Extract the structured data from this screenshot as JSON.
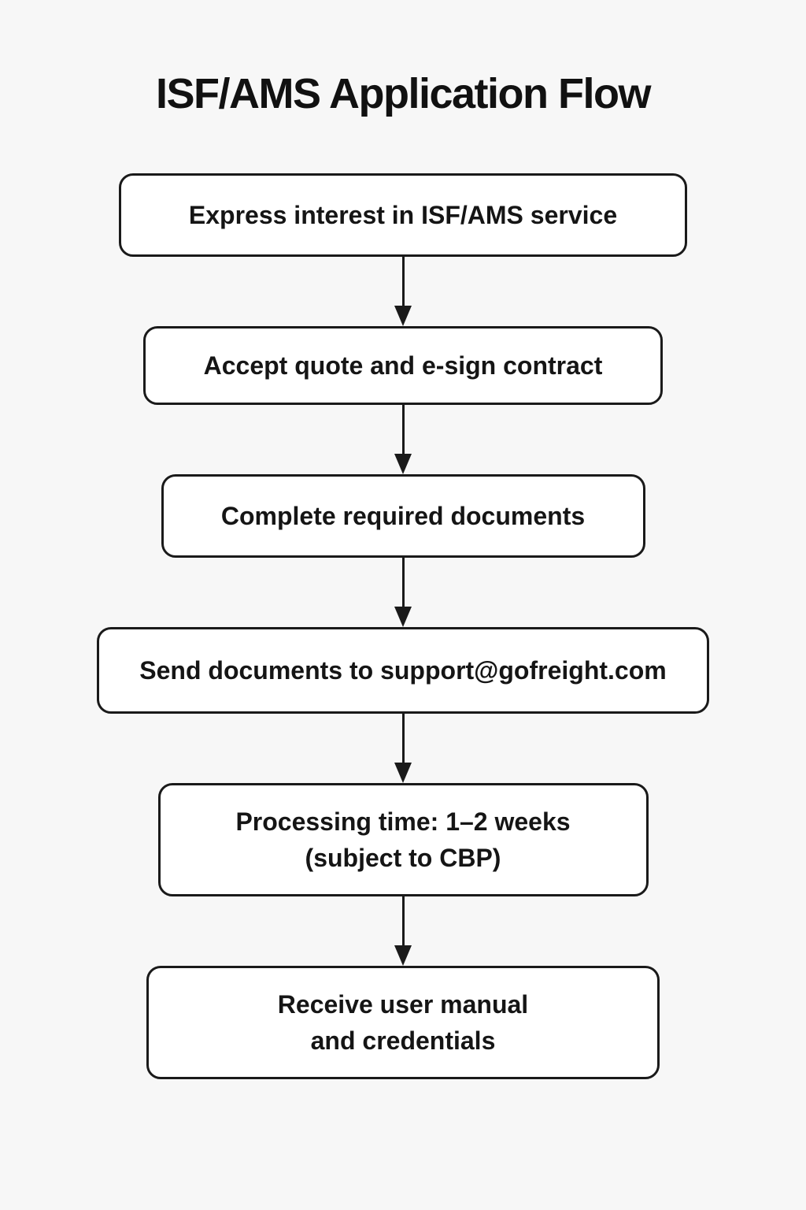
{
  "page": {
    "title": "ISF/AMS Application Flow"
  },
  "diagram": {
    "type": "flowchart",
    "direction": "top-down",
    "colors": {
      "background": "#f7f7f7",
      "node_fill": "#ffffff",
      "node_border": "#1a1a1a",
      "text": "#151515",
      "arrow": "#1a1a1a"
    },
    "nodes": [
      {
        "id": 1,
        "label": "Express interest in ISF/AMS service"
      },
      {
        "id": 2,
        "label": "Accept quote and e-sign contract"
      },
      {
        "id": 3,
        "label": "Complete required documents"
      },
      {
        "id": 4,
        "label": "Send documents to support@gofreight.com"
      },
      {
        "id": 5,
        "label": "Processing time: 1–2 weeks\n(subject to CBP)"
      },
      {
        "id": 6,
        "label": "Receive user manual\nand credentials"
      }
    ],
    "edges": [
      {
        "from": 1,
        "to": 2
      },
      {
        "from": 2,
        "to": 3
      },
      {
        "from": 3,
        "to": 4
      },
      {
        "from": 4,
        "to": 5
      },
      {
        "from": 5,
        "to": 6
      }
    ]
  }
}
